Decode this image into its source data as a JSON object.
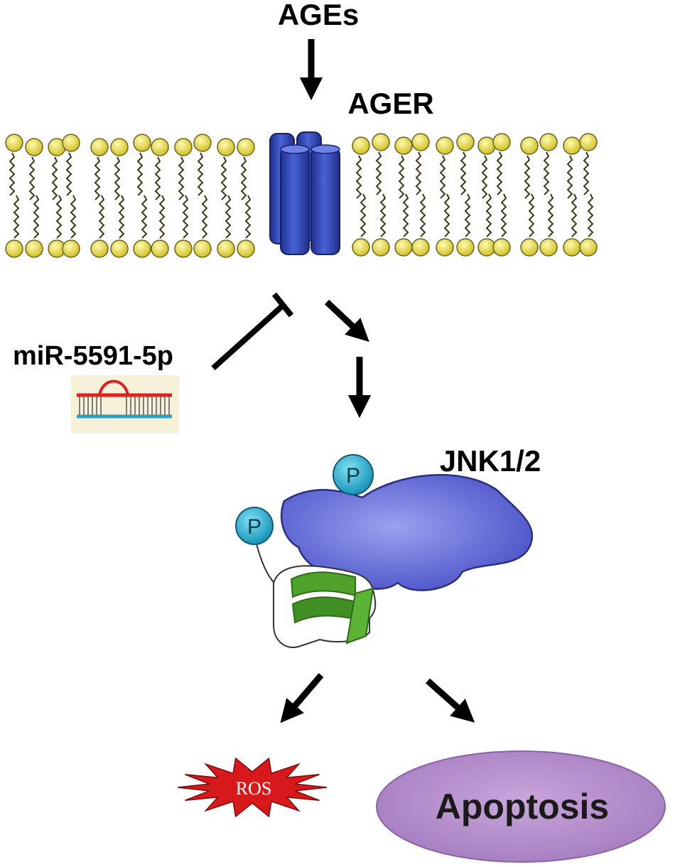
{
  "labels": {
    "ages": "AGEs",
    "ager": "AGER",
    "mirna": "miR-5591-5p",
    "jnk": "JNK1/2",
    "phospho_1": "P",
    "phospho_2": "P",
    "ros": "ROS",
    "apoptosis": "Apoptosis"
  },
  "colors": {
    "lipid_head": "#e8e04a",
    "lipid_tail": "#4a4a20",
    "receptor": "#2f45b4",
    "jnk_body": "#5f68d8",
    "phospho": "#2aa7c8",
    "beta_sheet": "#4a9a2a",
    "ros_burst": "#d7191c",
    "apoptosis_ellipse": "#b18bc8"
  },
  "icons": {
    "mirna": "mirna-duplex-icon",
    "ros": "starburst-icon"
  }
}
